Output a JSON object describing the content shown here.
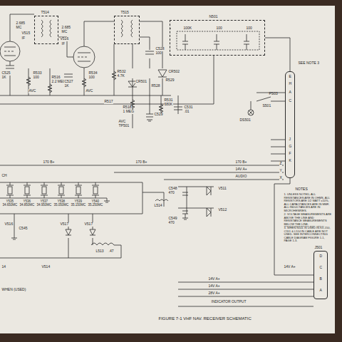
{
  "diagram": {
    "caption": "FIGURE 7-1   VHF NAV. RECEIVER SCHEMATIC",
    "nodes": [
      {
        "text": [
          "T514"
        ]
      },
      {
        "text": [
          "T515"
        ]
      },
      {
        "text": [
          "N501",
          "100K",
          "100",
          "100"
        ]
      },
      {
        "text": [
          "PS03",
          "E",
          "H",
          "A",
          "C",
          "J",
          "G",
          "F",
          "K"
        ]
      },
      {
        "text": [
          "J501",
          "D",
          "C",
          "B",
          "A"
        ]
      }
    ],
    "edges": [
      {
        "from": 2,
        "to": 3,
        "arrow": "none"
      },
      {
        "from": 3,
        "to": 4,
        "arrow": "none"
      }
    ],
    "labels": [
      "2.685",
      "MC",
      "V515",
      "IF",
      "C525",
      "1K",
      "R533",
      "100",
      "AVC",
      "R516",
      "2.2 MEG",
      "2.685",
      "MC",
      "V516",
      "IF",
      "C527",
      "1K",
      "R534",
      "100",
      "AVC",
      "R532",
      "4.7K",
      "CR501",
      "C528",
      "100",
      "R517",
      "R518",
      "1 MEG",
      "CR502",
      "R528",
      "R529",
      "R531",
      "680K",
      "C531",
      ".01",
      "C529",
      "AVC",
      "TP501",
      "170 B+",
      "170 B+",
      "170 B+",
      "14V A+",
      "AUDIO",
      "Z",
      "Y",
      "X",
      "SEE NOTE 3",
      "S501",
      "DS501",
      "V511",
      "L514",
      "C548",
      "470",
      "V512",
      "C549",
      "470",
      "CH",
      "Y535",
      "34.650MC",
      "Y536",
      "34.850MC",
      "Y537",
      "34.950MC",
      "Y538",
      "35.050MC",
      "Y539",
      "35.150MC",
      "Y540",
      "35.250MC",
      "V516",
      "C545",
      "V517",
      "V517",
      "L513",
      ".47",
      "V514",
      "14",
      "WHEN (USED)",
      "14V A+",
      "14V A+",
      "28V A+",
      "14V A+",
      "INDICATOR OUTPUT",
      "NOTES",
      "1. UNLESS NOTED, ALL RESISTANCES ARE IN OHMS, ALL RESISTORS ARE 1/2 WATT ±10%, ALL CAPACITANCES ARE IN MMF, ALL INDUCTANCES ARE IN MICROHENRIES.",
      "2. VOLTAGE MEASUREMENTS ARE ABOVE THE LINE AND RESISTANCE MEASUREMENTS BELOW THE LINE. (MEASUREMENTS ARE ONLY APPROX.)",
      "3. WHEN N501 IS USED IN KX-150, C551 & L514 IN CABLE ARE NOT USED. SEE INTERCONNECTING CABLE DIAGRAM FIGURE 1-1, PAGE 1-3."
    ]
  }
}
